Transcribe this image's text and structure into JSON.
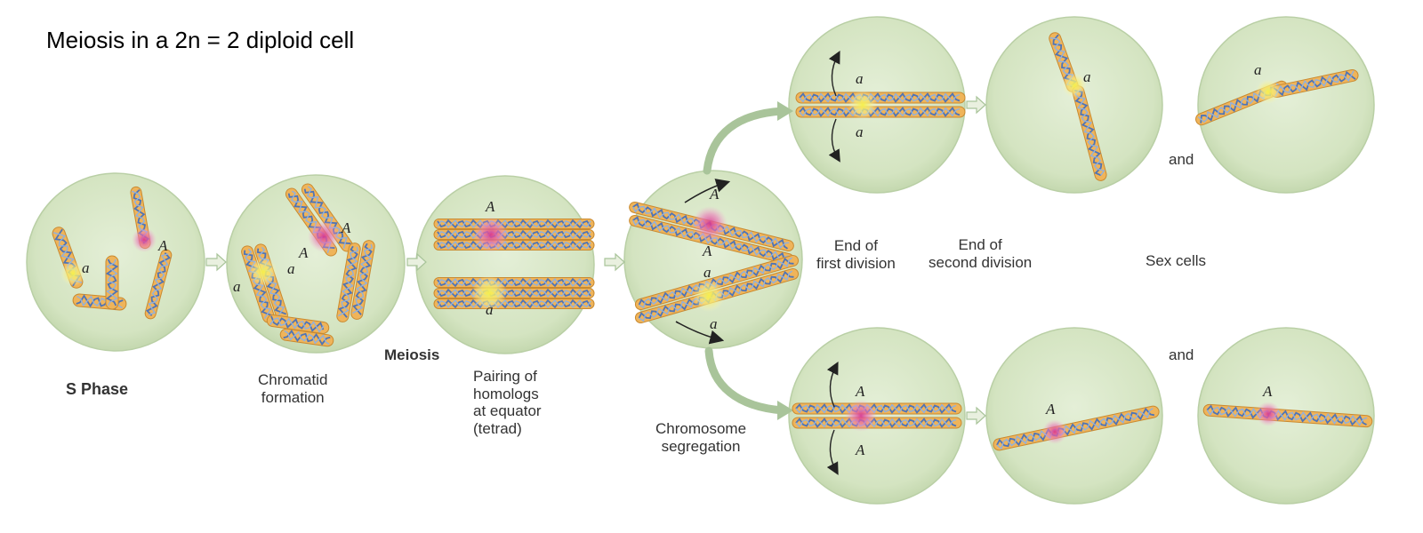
{
  "title": "Meiosis in a 2n = 2 diploid cell",
  "labels": {
    "s_phase": "S Phase",
    "chromatid_formation": "Chromatid\nformation",
    "meiosis": "Meiosis",
    "pairing": "Pairing of\nhomologs\nat equator\n(tetrad)",
    "segregation": "Chromosome\nsegregation",
    "end_first": "End of\nfirst division",
    "end_second": "End of\nsecond division",
    "sex_cells": "Sex cells",
    "and_top": "and",
    "and_bottom": "and"
  },
  "alleles": {
    "dominant": "A",
    "recessive": "a"
  },
  "colors": {
    "cell_fill": "#d6e6c4",
    "cell_edge": "#b9cfa5",
    "chromatid": "#efb45a",
    "chromatid_edge": "#c98a30",
    "dna_blue": "#4f74b6",
    "centromere_dominant": "#e66bb0",
    "centromere_recessive": "#f3e65a",
    "arrow": "#a9c49a"
  }
}
